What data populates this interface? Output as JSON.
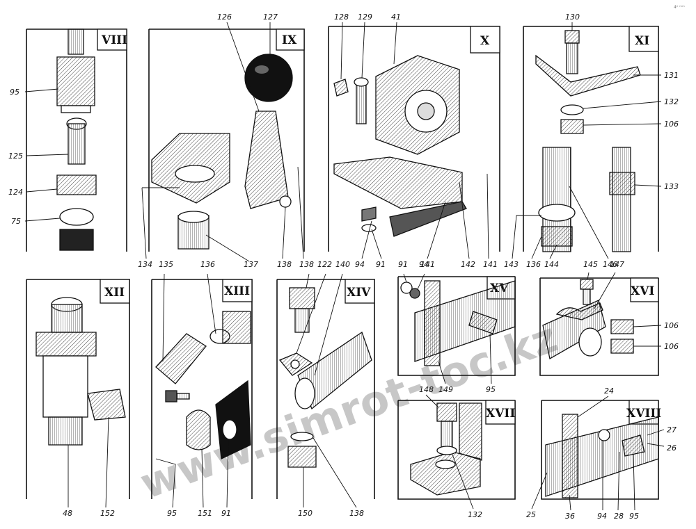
{
  "watermark": "www.simrot-toc.kz",
  "corner_note": "4ᵉ ᵐᵐ",
  "panels": [
    {
      "id": "VIII",
      "label": "VIII"
    },
    {
      "id": "IX",
      "label": "IX"
    },
    {
      "id": "X",
      "label": "X"
    },
    {
      "id": "XI",
      "label": "XI"
    },
    {
      "id": "XII",
      "label": "XII"
    },
    {
      "id": "XIII",
      "label": "XIII"
    },
    {
      "id": "XIV",
      "label": "XIV"
    },
    {
      "id": "XV",
      "label": "XV"
    },
    {
      "id": "XVI",
      "label": "XVI"
    },
    {
      "id": "XVII",
      "label": "XVII"
    },
    {
      "id": "XVIII",
      "label": "XVIII"
    }
  ],
  "callouts": [
    "95",
    "125",
    "124",
    "75",
    "126",
    "127",
    "134",
    "137",
    "138",
    "128",
    "129",
    "41",
    "94",
    "91",
    "141",
    "142",
    "141",
    "130",
    "131",
    "132",
    "106",
    "133",
    "143",
    "136",
    "144",
    "146",
    "48",
    "152",
    "135",
    "136",
    "95",
    "151",
    "91",
    "138",
    "122",
    "140",
    "150",
    "138",
    "91",
    "94",
    "149",
    "95",
    "145",
    "147",
    "106",
    "106",
    "148",
    "132",
    "24",
    "27",
    "26",
    "25",
    "36",
    "94",
    "28",
    "95"
  ]
}
